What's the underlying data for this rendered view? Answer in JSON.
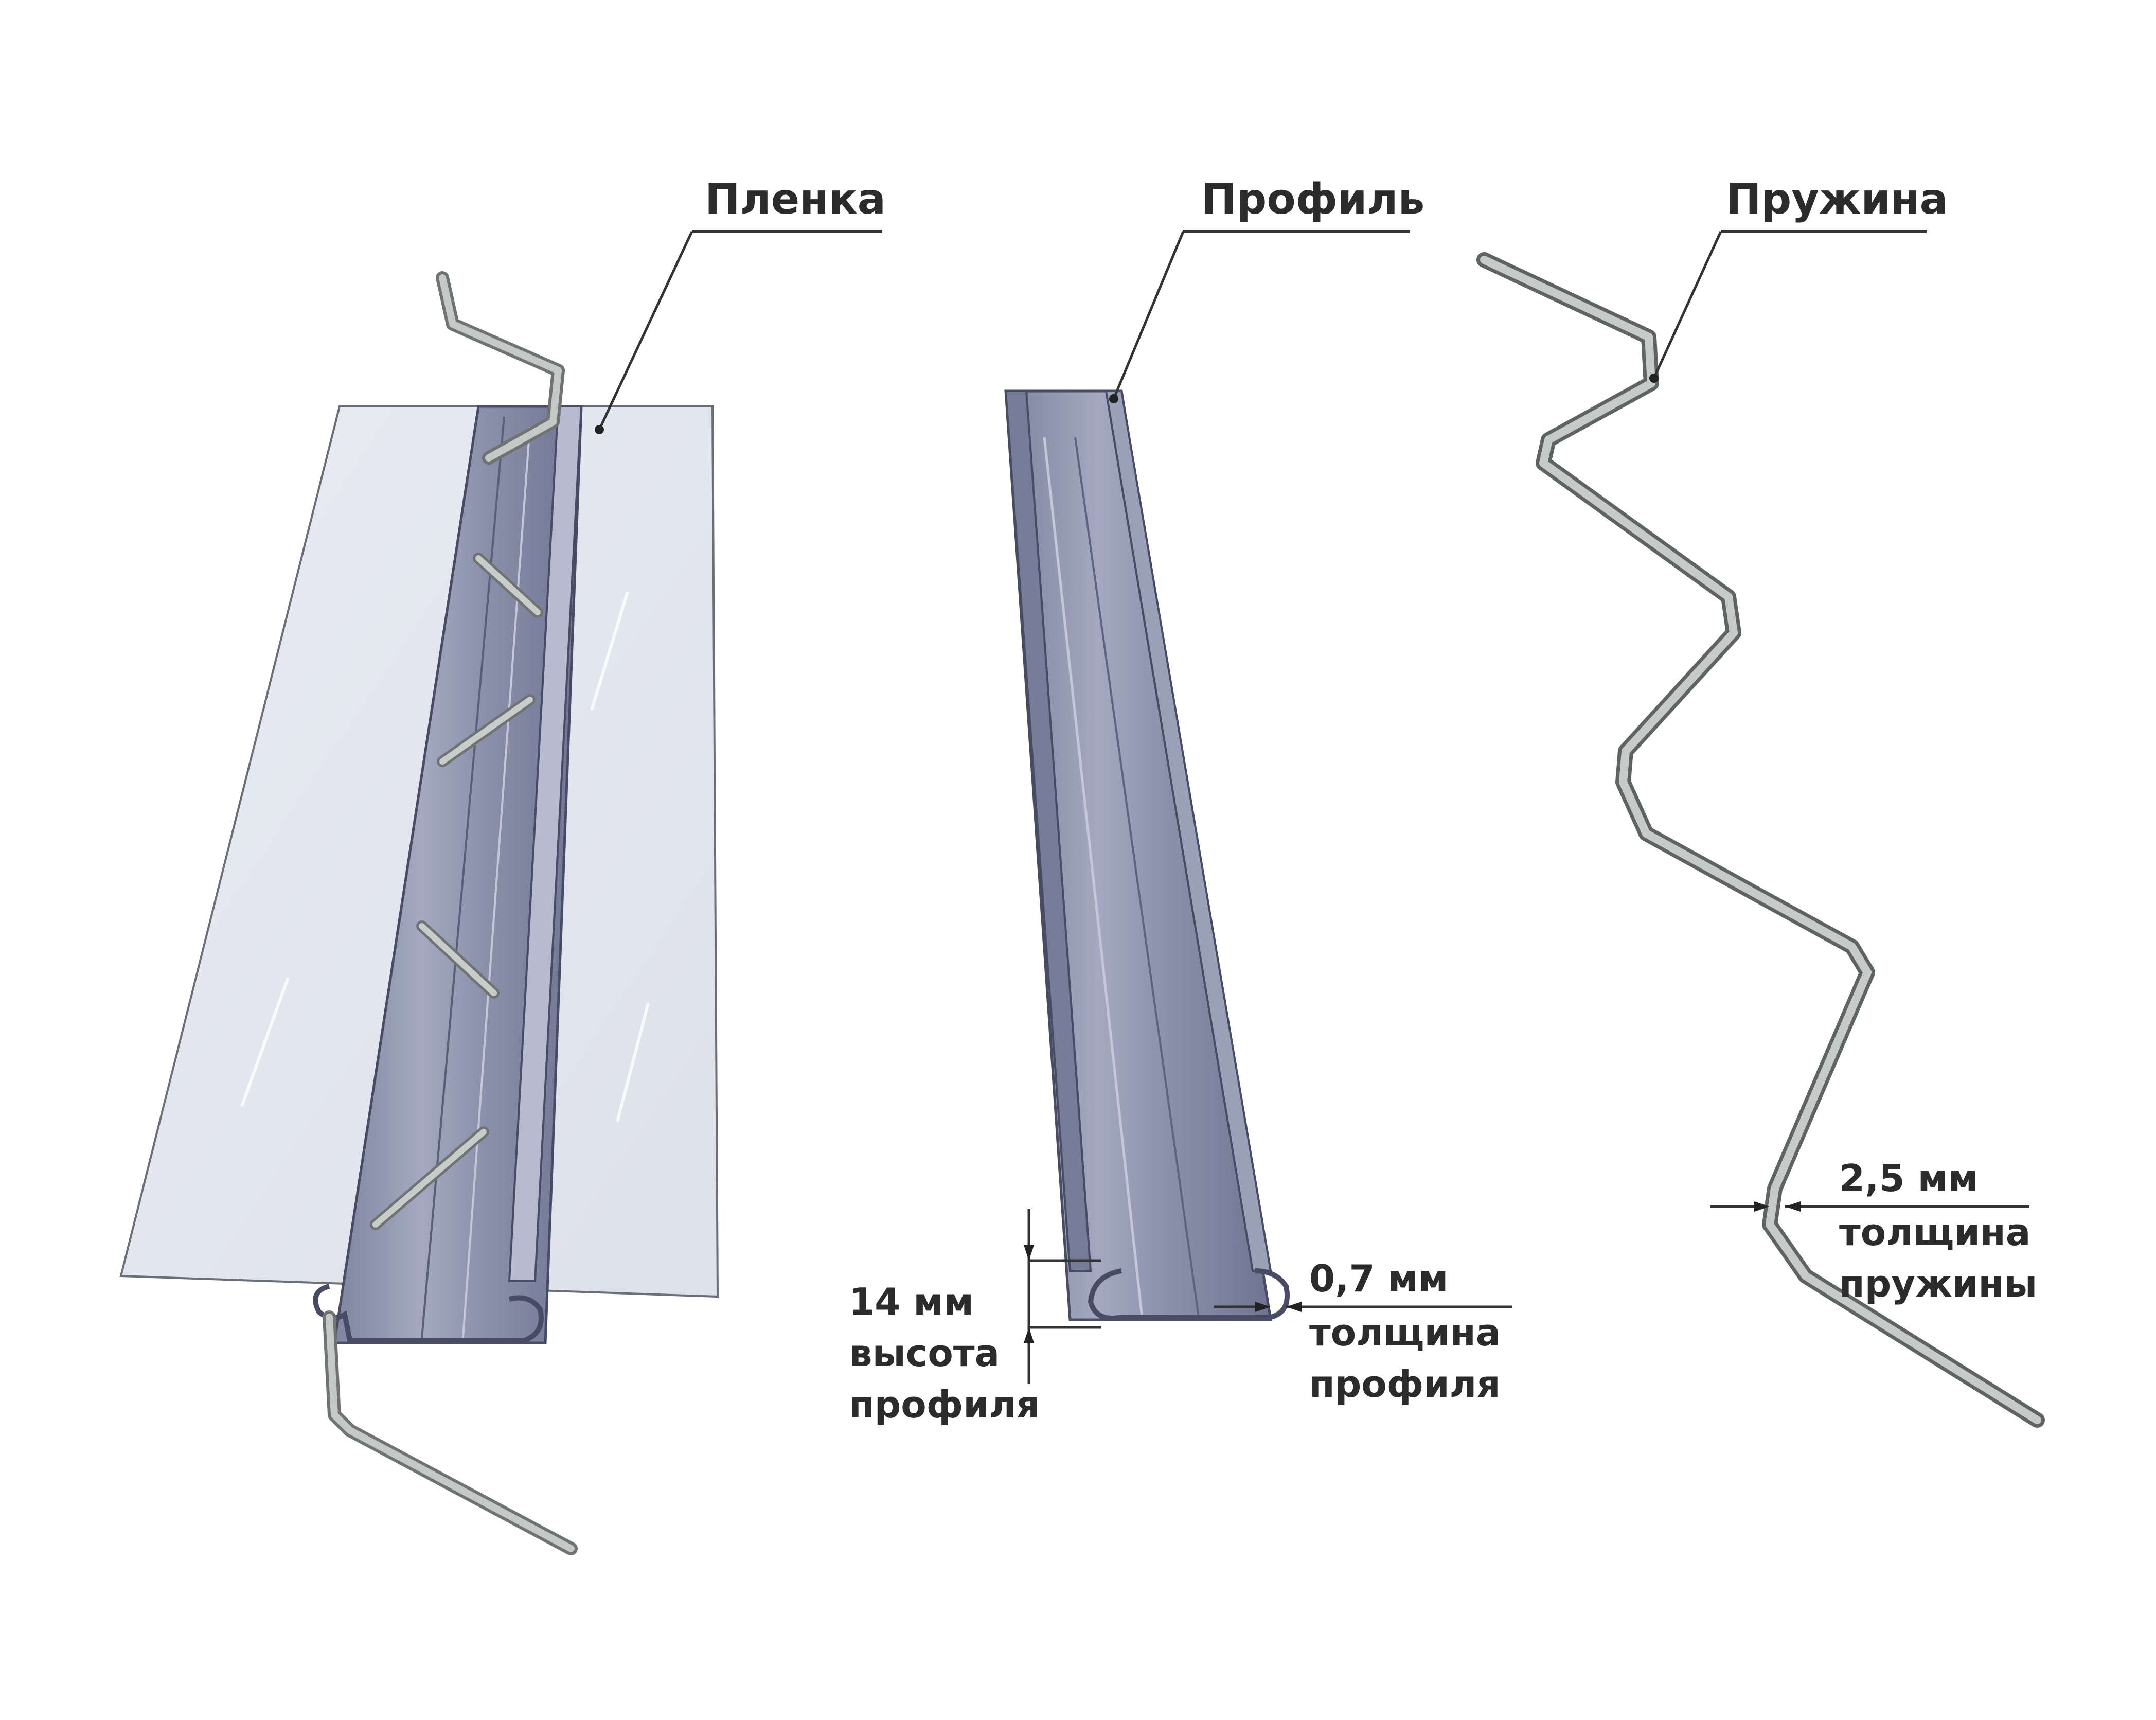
{
  "labels": {
    "film": "Пленка",
    "profile": "Профиль",
    "spring": "Пружина"
  },
  "dimensions": {
    "profile_height": {
      "value": "14 мм",
      "line1": "высота",
      "line2": "профиля"
    },
    "profile_thickness": {
      "value": "0,7 мм",
      "line1": "толщина",
      "line2": "профиля"
    },
    "spring_thickness": {
      "value": "2,5 мм",
      "line1": "толщина",
      "line2": "пружины"
    }
  },
  "colors": {
    "film": "#e3e7f0",
    "profile_light": "#a9aec6",
    "profile_mid": "#8a8fa9",
    "profile_dark": "#6c7190",
    "wire": "#b5b9b8",
    "wire_edge": "#6f7473"
  }
}
